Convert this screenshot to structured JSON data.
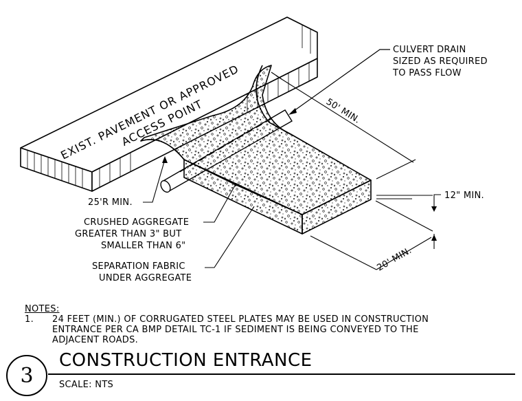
{
  "diagram": {
    "pavement_label_line1": "EXIST. PAVEMENT OR APPROVED",
    "pavement_label_line2": "ACCESS POINT",
    "culvert_label_line1": "CULVERT DRAIN",
    "culvert_label_line2": "SIZED AS REQUIRED",
    "culvert_label_line3": "TO PASS FLOW",
    "length_dim": "50' MIN.",
    "thickness_dim": "12\" MIN.",
    "width_dim": "20' MIN.",
    "radius_label": "25'R MIN.",
    "aggregate_label_line1": "CRUSHED AGGREGATE",
    "aggregate_label_line2": "GREATER THAN 3\" BUT",
    "aggregate_label_line3": "SMALLER THAN 6\"",
    "fabric_label_line1": "SEPARATION FABRIC",
    "fabric_label_line2": "UNDER AGGREGATE"
  },
  "notes": {
    "heading": "NOTES:",
    "items": [
      {
        "number": "1.",
        "line1": "24 FEET (MIN.) OF CORRUGATED STEEL PLATES MAY BE USED IN CONSTRUCTION",
        "line2": "ENTRANCE PER CA BMP DETAIL TC-1 IF SEDIMENT IS BEING CONVEYED TO THE",
        "line3": "ADJACENT ROADS."
      }
    ]
  },
  "title_block": {
    "detail_number": "3",
    "title": "CONSTRUCTION ENTRANCE",
    "scale": "SCALE: NTS"
  }
}
